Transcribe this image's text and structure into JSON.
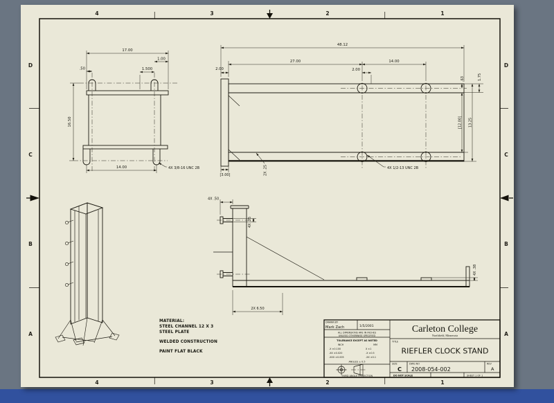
{
  "frame": {
    "zones_h": [
      "4",
      "3",
      "2",
      "1"
    ],
    "zones_v": [
      "D",
      "C",
      "B",
      "A"
    ]
  },
  "colors": {
    "sheet": "#eae8d8",
    "background": "#6a7582",
    "bottom_strip": "#31519e",
    "line": "#1c1a12"
  },
  "views": {
    "front": {
      "dim_width": "17.00",
      "dim_right": "1.00",
      "dim_left": ".50",
      "dim_stud": "1.500",
      "dim_height": "16.50",
      "dim_span": "14.00",
      "thread_note": "4X 3/8-16 UNC  2B"
    },
    "plan": {
      "dim_overall": "48.12",
      "dim_left_len": "27.00",
      "dim_end": "2.00",
      "dim_hole": "2.00",
      "dim_span": "14.00",
      "dim_flange": ".63",
      "dim_lip": "1.75",
      "dim_web_ref": "[12.00]",
      "dim_depth": "13.25",
      "dim_plate_ref": "[3.00]",
      "weld_note": "2X .25",
      "thread_note": "4X 1/2-13 UNC  2B"
    },
    "side": {
      "dim_studs": "4X .50",
      "dim_stud_dia": "4X .25",
      "dim_brace": "2X 6.50",
      "dim_tab": "4X .38"
    }
  },
  "notes": {
    "material_label": "MATERIAL:",
    "material_line1": "STEEL CHANNEL 12 X 3",
    "material_line2": "STEEL PLATE",
    "construction": "WELDED CONSTRUCTION",
    "finish": "PAINT FLAT BLACK"
  },
  "title_block": {
    "drawn_label": "DRAWN BY",
    "drawn_by": "Mark Zach",
    "date": "1/5/2001",
    "dims_note1": "ALL DIMENSIONS ARE IN INCHES",
    "dims_note2": "UNLESS OTHERWISE SPECIFIED",
    "tol_title": "TOLERANCE EXCEPT AS NOTED",
    "tol_inch": "INCH",
    "tol_mm": "MM",
    "tol_rows": [
      {
        "inch": ".X  ±0.100",
        "mm": "X  ±1"
      },
      {
        "inch": ".XX  ±0.020",
        "mm": ".X  ±0.5"
      },
      {
        "inch": ".XXX  ±0.005",
        "mm": ".XX  ±0.1"
      }
    ],
    "angles": "ANGLES ± 0.5",
    "projection": "THIRD ANGLE PROJECTION",
    "company": "Carleton College",
    "company_sub": "Northfield, Minnesota",
    "title_label": "TITLE",
    "title": "RIEFLER CLOCK STAND",
    "size_label": "SIZE",
    "size": "C",
    "dwg_label": "DWG NO",
    "dwg_no": "2008-054-002",
    "rev_label": "REV",
    "rev": "A",
    "scale_note": "DO NOT SCALE",
    "sheet_note": "SHEET 1 OF 1"
  }
}
